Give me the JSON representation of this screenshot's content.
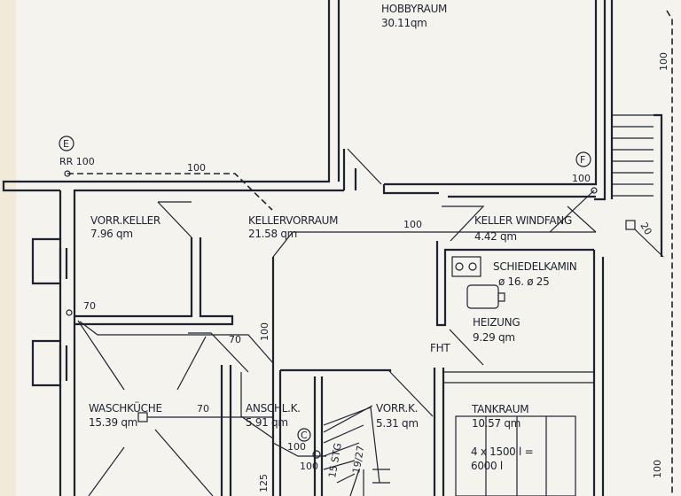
{
  "plan": {
    "type": "basement floor plan",
    "rooms": [
      {
        "id": "hobbyraum",
        "name": "HOBBYRAUM",
        "area": "30.11qm"
      },
      {
        "id": "vorr-keller",
        "name": "VORR.KELLER",
        "area": "7.96 qm"
      },
      {
        "id": "kellervorraum",
        "name": "KELLERVORRAUM",
        "area": "21.58 qm"
      },
      {
        "id": "keller-windfang",
        "name": "KELLER WINDFANG",
        "area": "4.42 qm"
      },
      {
        "id": "heizung",
        "name": "HEIZUNG",
        "area": "9.29 qm"
      },
      {
        "id": "waschkueche",
        "name": "WASCHKÜCHE",
        "area": "15.39 qm"
      },
      {
        "id": "anschl-k",
        "name": "ANSCHL.K.",
        "area": "5.91 qm"
      },
      {
        "id": "vorr-k",
        "name": "VORR.K.",
        "area": "5.31 qm"
      },
      {
        "id": "tankraum",
        "name": "TANKRAUM",
        "area": "10.57 qm"
      }
    ],
    "annotations": {
      "schiedelkamin": "SCHIEDELKAMIN",
      "kamin_dims": "ø 16. ø 25",
      "fht": "FHT",
      "tank_note_1": "4 x 1500 l =",
      "tank_note_2": "6000 l",
      "stair_steps": "15 STG",
      "stair_ratio": "19/27",
      "marker_e": "E",
      "marker_f": "F",
      "marker_c": "C",
      "rr": "RR 100"
    },
    "dimensions": {
      "d1": "100",
      "d2": "100",
      "d3": "100",
      "d4": "100",
      "d5": "70",
      "d6": "70",
      "d7": "70",
      "d8": "100",
      "d9": "100",
      "d10": "100",
      "d11": "125",
      "d12": "100",
      "d13": "20"
    },
    "colors": {
      "ink": "#1e2230",
      "paper": "#f4f3ee"
    }
  }
}
